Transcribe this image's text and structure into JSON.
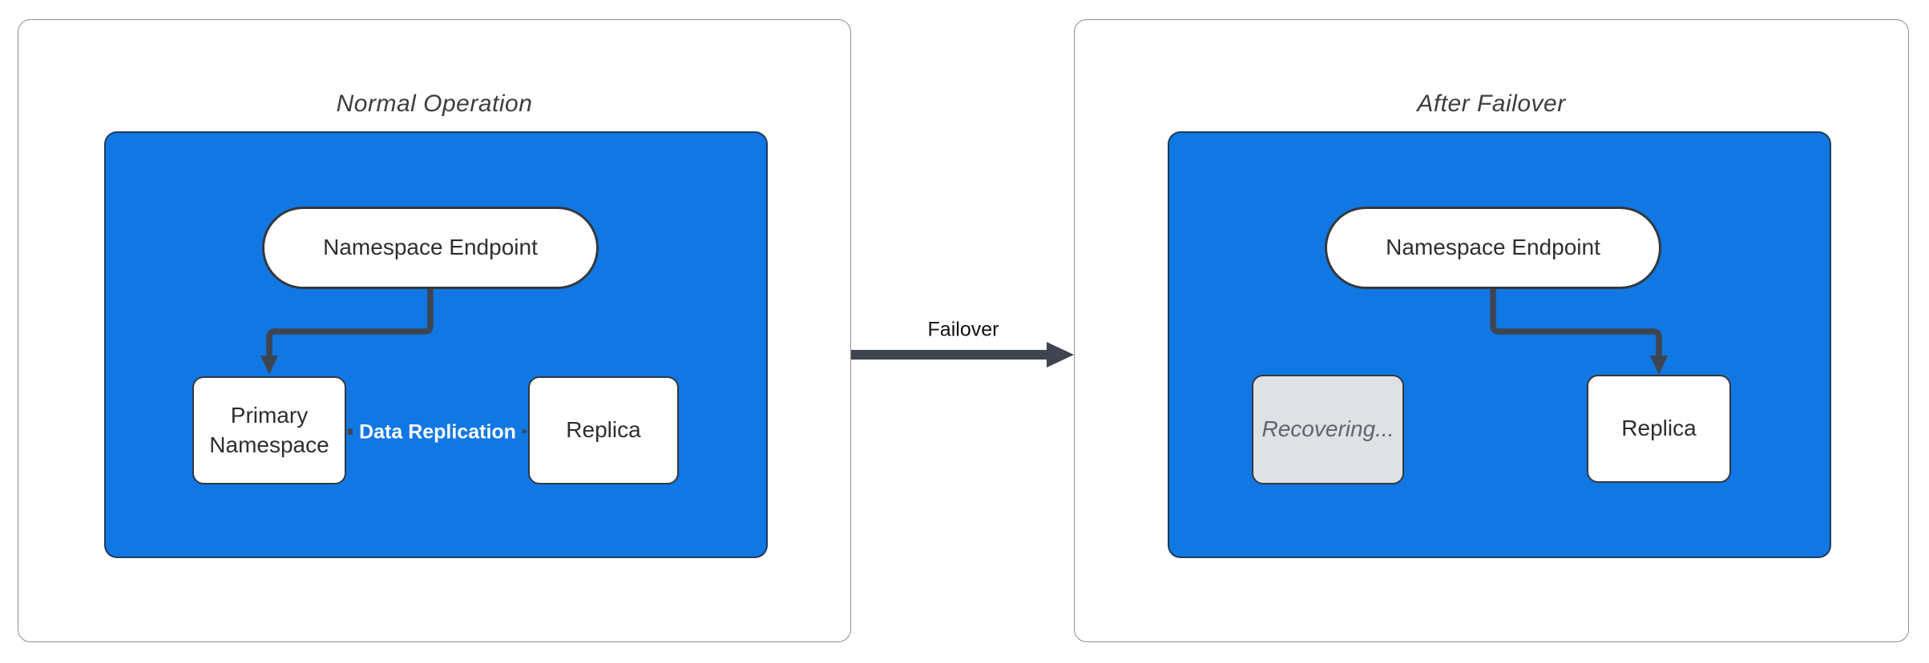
{
  "diagram": {
    "left_panel": {
      "title": "Normal Operation",
      "nodes": {
        "endpoint": "Namespace Endpoint",
        "primary": "Primary Namespace",
        "replica": "Replica"
      },
      "edges": {
        "replication_label": "Data Replication"
      }
    },
    "transition": {
      "label": "Failover"
    },
    "right_panel": {
      "title": "After Failover",
      "nodes": {
        "endpoint": "Namespace Endpoint",
        "recovering": "Recovering...",
        "replica": "Replica"
      }
    },
    "colors": {
      "container_fill": "#1177e3",
      "node_border": "#33383f",
      "connector": "#3e4550",
      "panel_border": "#8f8f8f",
      "disabled_fill": "#dfe1e5",
      "disabled_text": "#5f6570",
      "text": "#2e2e2e"
    }
  }
}
